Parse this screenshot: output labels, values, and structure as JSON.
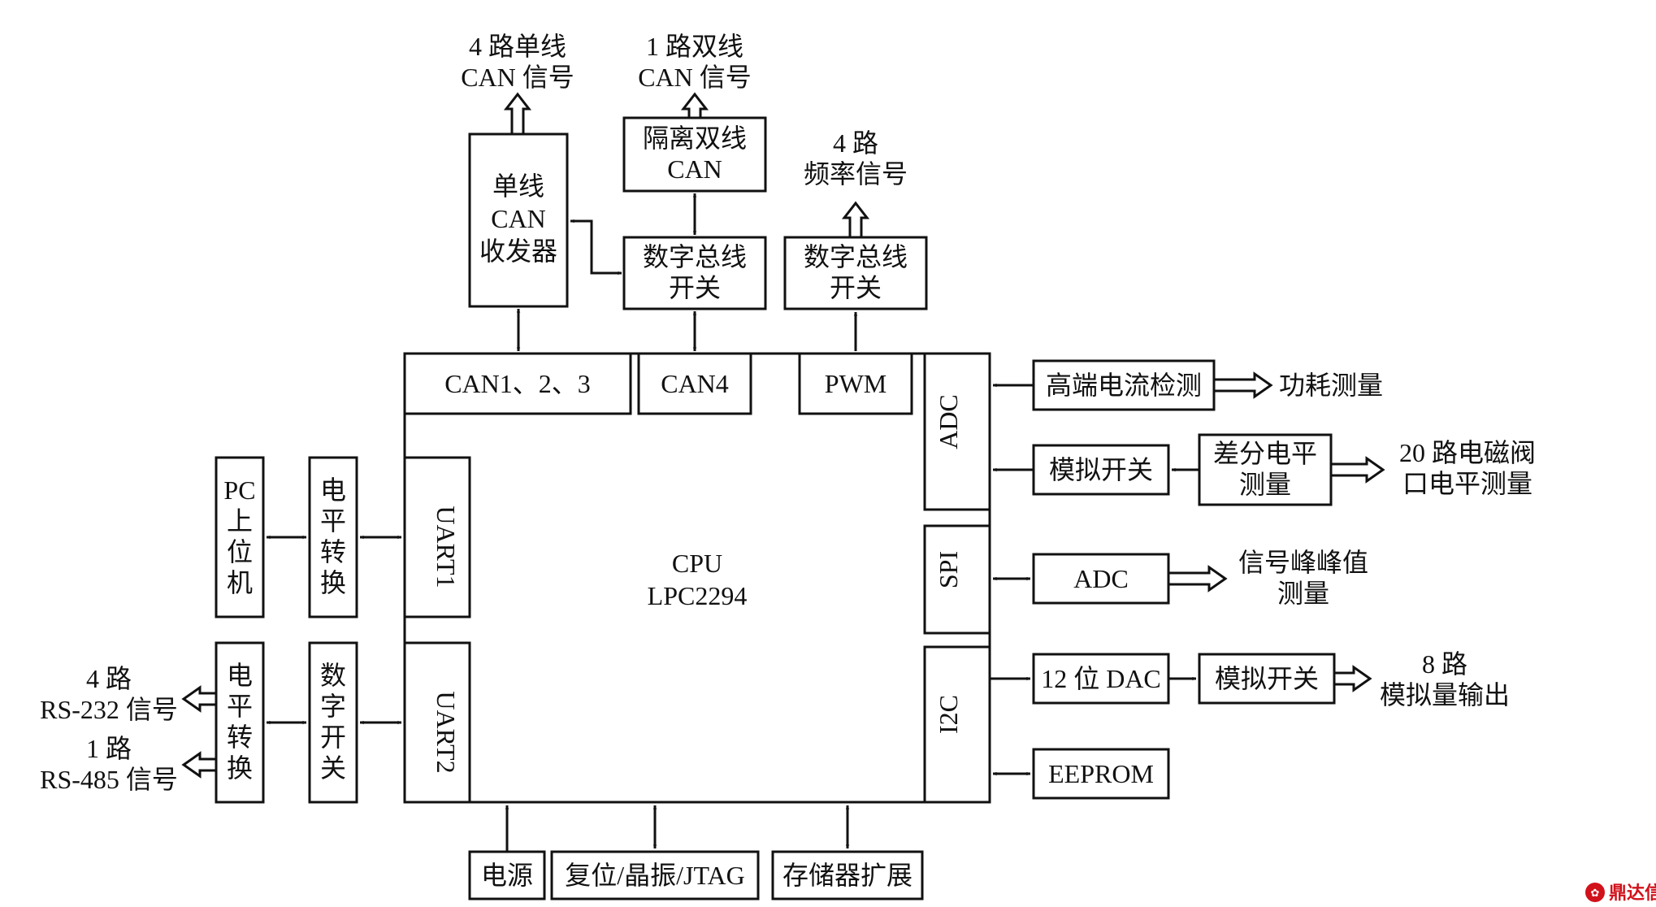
{
  "cpu": {
    "line1": "CPU",
    "line2": "LPC2294"
  },
  "peripherals": {
    "can123": "CAN1、2、3",
    "can4": "CAN4",
    "pwm": "PWM",
    "adc": "ADC",
    "spi": "SPI",
    "i2c": "I2C",
    "uart1": "UART1",
    "uart2": "UART2"
  },
  "top": {
    "single_can_out": {
      "line1": "4 路单线",
      "line2": "CAN 信号"
    },
    "dual_can_out": {
      "line1": "1 路双线",
      "line2": "CAN 信号"
    },
    "freq_out": {
      "line1": "4 路",
      "line2": "频率信号"
    },
    "single_can_transceiver": {
      "line1": "单线",
      "line2": "CAN",
      "line3": "收发器"
    },
    "isolated_can": {
      "line1": "隔离双线",
      "line2": "CAN"
    },
    "bus_switch_can": {
      "line1": "数字总线",
      "line2": "开关"
    },
    "bus_switch_pwm": {
      "line1": "数字总线",
      "line2": "开关"
    }
  },
  "right": {
    "current_detect": "高端电流检测",
    "power_measure": "功耗测量",
    "analog_switch_adc": "模拟开关",
    "diff_level": {
      "line1": "差分电平",
      "line2": "测量"
    },
    "valve_measure": {
      "line1": "20 路电磁阀",
      "line2": "口电平测量"
    },
    "spi_adc": "ADC",
    "peak_measure": {
      "line1": "信号峰峰值",
      "line2": "测量"
    },
    "dac": "12 位 DAC",
    "analog_switch_dac": "模拟开关",
    "analog_out": {
      "line1": "8 路",
      "line2": "模拟量输出"
    },
    "eeprom": "EEPROM"
  },
  "left": {
    "pc": [
      "PC",
      "上",
      "位",
      "机"
    ],
    "level_conv_1": [
      "电",
      "平",
      "转",
      "换"
    ],
    "level_conv_2": [
      "电",
      "平",
      "转",
      "换"
    ],
    "digital_switch": [
      "数",
      "字",
      "开",
      "关"
    ],
    "rs232": {
      "line1": "4 路",
      "line2": "RS-232 信号"
    },
    "rs485": {
      "line1": "1 路",
      "line2": "RS-485 信号"
    }
  },
  "bottom": {
    "power": "电源",
    "reset": "复位/晶振/JTAG",
    "memory": "存储器扩展"
  },
  "watermark": {
    "text": "鼎达信",
    "color": "#d1121b"
  }
}
